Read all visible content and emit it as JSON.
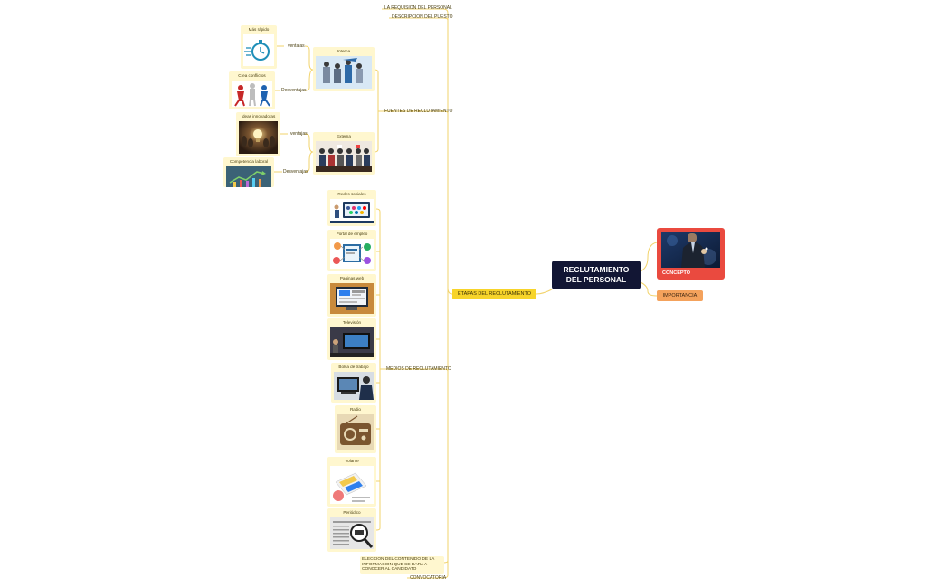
{
  "central": {
    "title": "RECLUTAMIENTO DEL PERSONAL"
  },
  "right": {
    "concept": "CONCEPTO",
    "importance": "IMPORTANCIA"
  },
  "stages": {
    "label": "ETAPAS DEL RECLUTAMIENTO"
  },
  "top_items": {
    "requisition": "LA REQUISION DEL PERSONAL",
    "description": "DESCRIPCION DEL PUESTO"
  },
  "sources": {
    "label": "FUENTES DE RECLUTAMIENTO",
    "internal": {
      "label": "Interna",
      "advantage_label": "ventajas",
      "advantage": "Más rápido",
      "disadvantage_label": "Desventajas",
      "disadvantage": "Crea conflictos"
    },
    "external": {
      "label": "Externa",
      "advantage_label": "ventajas",
      "advantage": "Ideas innovadoras",
      "disadvantage_label": "Desventajas",
      "disadvantage": "Competencia laboral"
    }
  },
  "media": {
    "label": "MEDIOS DE RECLUTAMIENTO",
    "items": [
      {
        "label": "Redes sociales"
      },
      {
        "label": "Portal de empleo"
      },
      {
        "label": "Paginas web"
      },
      {
        "label": "Televisión"
      },
      {
        "label": "Bolsa de trabajo"
      },
      {
        "label": "Radio"
      },
      {
        "label": "Volante"
      },
      {
        "label": "Periódico"
      }
    ]
  },
  "bottom_items": {
    "content": "ELECCION DEL CONTENIDO DE LA INFORMACION QUE SE DARA A CONOCER AL CANDIDATO",
    "call": "CONVOCATORIA"
  },
  "colors": {
    "line": "#f2d36b",
    "central_bg": "#121634",
    "concept_bg": "#ea4a3f",
    "importance_bg": "#f4a25c",
    "stages_bg": "#f7d42a",
    "card_bg": "#fff7cf"
  }
}
